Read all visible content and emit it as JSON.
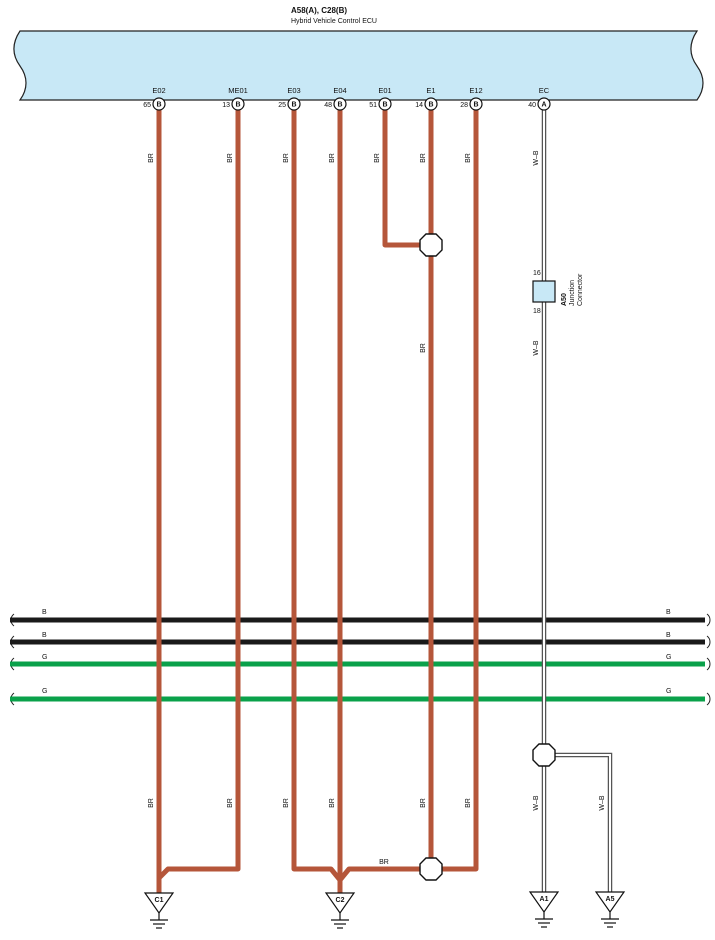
{
  "ecu": {
    "title": "A58(A), C28(B)",
    "subtitle": "Hybrid Vehicle Control ECU",
    "fill_color": "#c8e8f6",
    "pins": [
      {
        "name": "E02",
        "number": "65",
        "connector": "B"
      },
      {
        "name": "ME01",
        "number": "13",
        "connector": "B"
      },
      {
        "name": "E03",
        "number": "25",
        "connector": "B"
      },
      {
        "name": "E04",
        "number": "48",
        "connector": "B"
      },
      {
        "name": "E01",
        "number": "51",
        "connector": "B"
      },
      {
        "name": "E1",
        "number": "14",
        "connector": "B"
      },
      {
        "name": "E12",
        "number": "28",
        "connector": "B"
      },
      {
        "name": "EC",
        "number": "40",
        "connector": "A"
      }
    ]
  },
  "wire_labels": {
    "br": "BR",
    "wb": "W–B"
  },
  "wire_colors": {
    "br": "#b5563a",
    "black": "#1a1a1a",
    "green": "#0aa14a",
    "wb_outline": "#555555"
  },
  "junction_connector": {
    "id": "A50",
    "name": "Junction",
    "name2": "Connector",
    "pin_top": "16",
    "pin_bottom": "18",
    "fill_color": "#c8e8f6"
  },
  "bus_wires": [
    {
      "label_left": "B",
      "label_right": "B",
      "color": "black"
    },
    {
      "label_left": "B",
      "label_right": "B",
      "color": "black"
    },
    {
      "label_left": "G",
      "label_right": "G",
      "color": "green"
    },
    {
      "label_left": "G",
      "label_right": "G",
      "color": "green"
    }
  ],
  "grounds": [
    "C1",
    "C2",
    "A1",
    "A5"
  ]
}
